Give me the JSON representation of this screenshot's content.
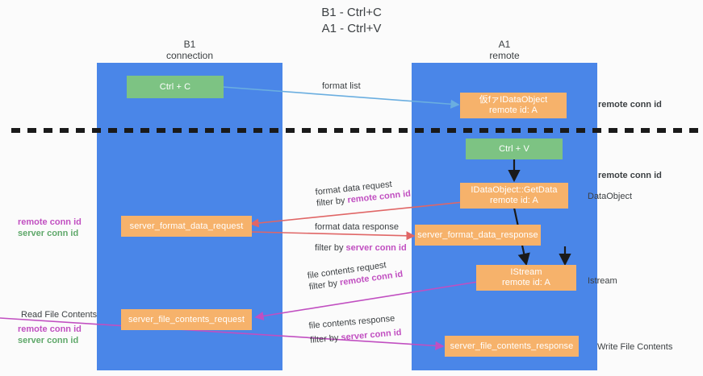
{
  "title": {
    "line1": "B1 - Ctrl+C",
    "line2": "A1 - Ctrl+V"
  },
  "columns": [
    {
      "id": "b1",
      "name": "B1",
      "role": "connection"
    },
    {
      "id": "a1",
      "name": "A1",
      "role": "remote"
    }
  ],
  "nodes": {
    "ctrl_c": {
      "label": "Ctrl + C"
    },
    "idataobject": {
      "line1": "仮fァIDataObject",
      "line2": "remote id: A"
    },
    "ctrl_v": {
      "label": "Ctrl + V"
    },
    "getdata": {
      "line1": "IDataObject::GetData",
      "line2": "remote id: A"
    },
    "server_format_data_request": {
      "label": "server_format_data_request"
    },
    "server_format_data_response": {
      "label": "server_format_data_response"
    },
    "istream": {
      "line1": "IStream",
      "line2": "remote id: A"
    },
    "server_file_contents_request": {
      "label": "server_file_contents_request"
    },
    "server_file_contents_response": {
      "label": "server_file_contents_response"
    }
  },
  "edge_labels": {
    "format_list": "format list",
    "format_data_request": "format data request",
    "format_data_request_filter_prefix": "filter by ",
    "format_data_request_filter_key": "remote conn id",
    "format_data_response": "format data response",
    "format_data_response_filter_prefix": "filter by ",
    "format_data_response_filter_key": "server conn id",
    "file_contents_request": "file contents request",
    "file_contents_request_filter_prefix": "filter by ",
    "file_contents_request_filter_key": "remote conn id",
    "file_contents_response": "file contents response",
    "file_contents_response_filter_prefix": "filter by ",
    "file_contents_response_filter_key": "server conn id"
  },
  "annotations": {
    "right_remote_conn_id_top": "remote conn id",
    "right_remote_conn_id_mid": "remote conn id",
    "right_dataobject": "DataObject",
    "right_istream": "Istream",
    "right_write_file_contents": "Write File Contents",
    "left_keys_1": {
      "purple": "remote conn id",
      "green": "server conn id"
    },
    "left_read_file_contents": "Read File Contents",
    "left_keys_2": {
      "purple": "remote conn id",
      "green": "server conn id"
    }
  },
  "colors": {
    "lane": "#4a86e8",
    "node_orange": "#f6b26b",
    "node_green": "#7dc383",
    "key_purple": "#c14fc1",
    "key_green": "#5fa86a",
    "arrow_blue": "#6aaee0",
    "arrow_red": "#e06666",
    "arrow_magenta": "#c14fc1",
    "arrow_black": "#1a1a1a",
    "divider": "#1a1a1a",
    "text": "#3c4043"
  }
}
